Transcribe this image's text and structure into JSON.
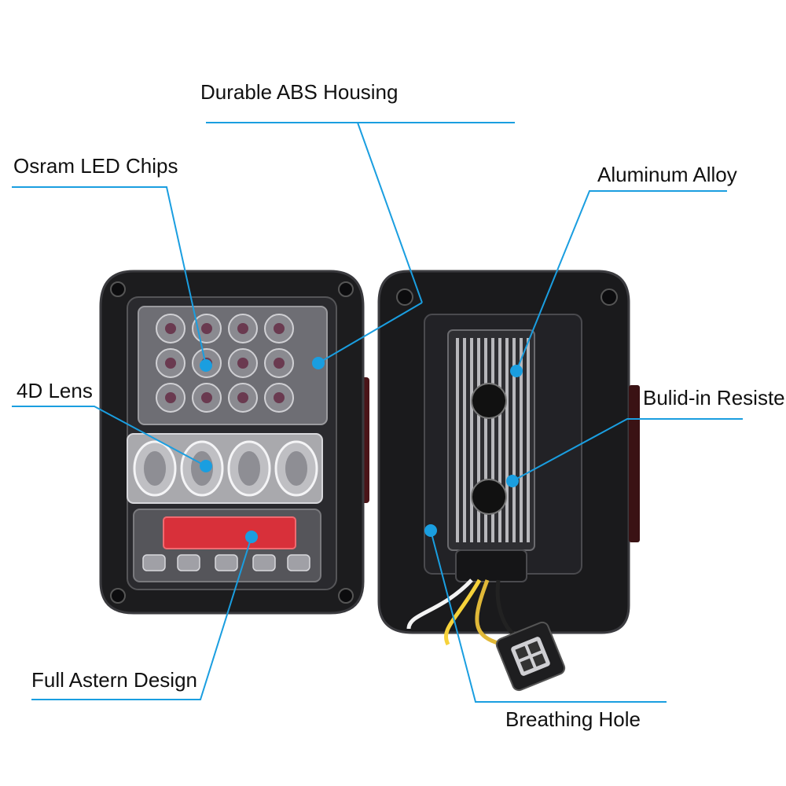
{
  "colors": {
    "leader": "#1a9ee0",
    "housing": "#1c1c1e",
    "housing_edge": "#3a3a3e",
    "lens": "#9a9a9e",
    "led": "#c8c8cc",
    "reflector": "#d8303a",
    "heatsink": "#b8b8bc"
  },
  "icons": {
    "leader_dot": "circle-dot-icon"
  },
  "labels": {
    "abs_housing": "Durable ABS Housing",
    "led_chips": "Osram LED Chips",
    "aluminum": "Aluminum Alloy",
    "lens_4d": "4D Lens",
    "resister": "Bulid-in Resister",
    "astern": "Full Astern Design",
    "breathing": "Breathing Hole"
  }
}
